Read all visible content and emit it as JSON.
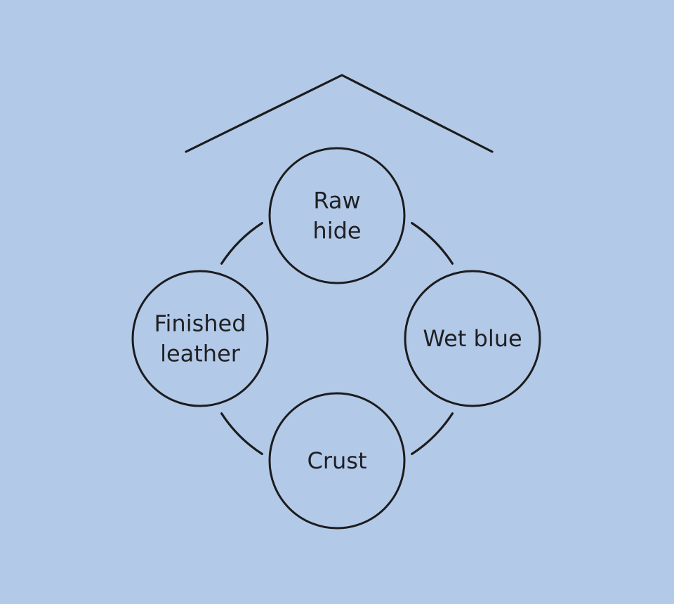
{
  "diagram": {
    "type": "cycle",
    "title": "",
    "background_color": "#b3c9e8",
    "line_color": "#1c1c1e",
    "roof_shape": "chevron-over-cycle",
    "nodes": [
      {
        "id": "raw-hide",
        "label_lines": [
          "Raw",
          "hide"
        ],
        "position": "top"
      },
      {
        "id": "wet-blue",
        "label_lines": [
          "Wet blue"
        ],
        "position": "right"
      },
      {
        "id": "crust",
        "label_lines": [
          "Crust"
        ],
        "position": "bottom"
      },
      {
        "id": "finished-leather",
        "label_lines": [
          "Finished",
          "leather"
        ],
        "position": "left"
      }
    ],
    "connectors": [
      {
        "from": "raw-hide",
        "to": "wet-blue"
      },
      {
        "from": "wet-blue",
        "to": "crust"
      },
      {
        "from": "crust",
        "to": "finished-leather"
      },
      {
        "from": "finished-leather",
        "to": "raw-hide"
      }
    ]
  }
}
